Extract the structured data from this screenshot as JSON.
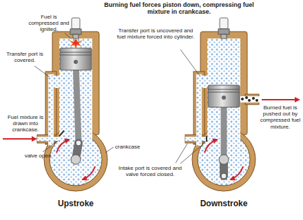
{
  "diagram": {
    "title": "Burning fuel forces piston down, compressing fuel mixture in crankcase.",
    "labels": [
      "Fuel is compressed and ignited.",
      "Transfer port is covered.",
      "Fuel mixture is drawn into crankcase.",
      "valve open",
      "crankcase",
      "Transfer port is uncovered and fuel mixture forced into cylinder.",
      "Burned fuel is pushed out by compressed fuel mixture.",
      "Intake port is covered and valve forced closed.",
      "Upstroke",
      "Downstroke"
    ]
  }
}
